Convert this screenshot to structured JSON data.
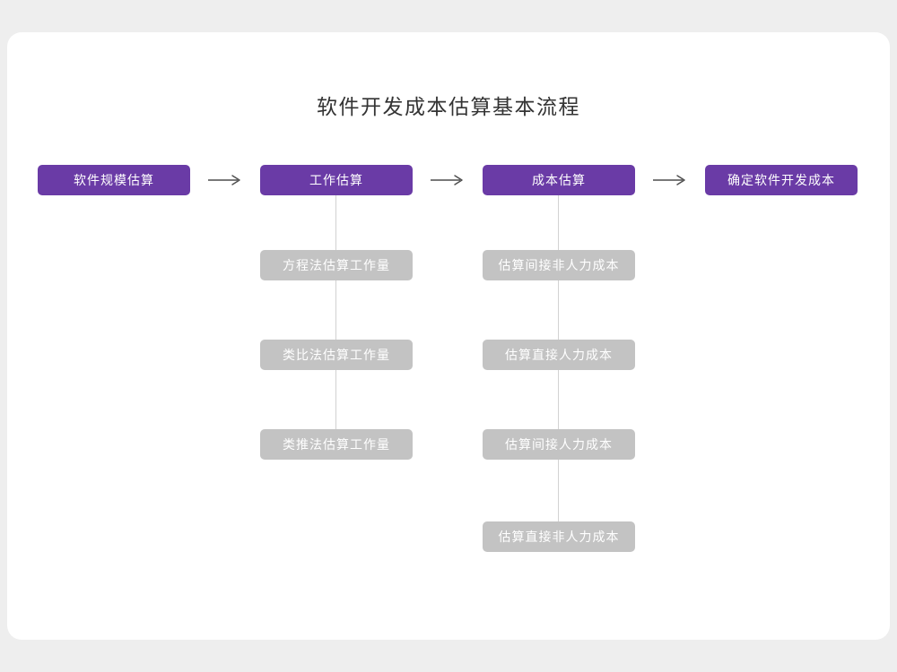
{
  "title": "软件开发成本估算基本流程",
  "colors": {
    "primary_box": "#6a3ba6",
    "sub_box": "#c3c3c3",
    "card_background": "#ffffff",
    "page_background": "#eeeeee",
    "arrow": "#4d4d4d",
    "connector_line": "#d2d2d2",
    "title_text": "#333333",
    "box_text": "#ffffff"
  },
  "flow": {
    "steps": [
      {
        "label": "软件规模估算"
      },
      {
        "label": "工作估算"
      },
      {
        "label": "成本估算"
      },
      {
        "label": "确定软件开发成本"
      }
    ],
    "work_estimation_methods": [
      {
        "label": "方程法估算工作量"
      },
      {
        "label": "类比法估算工作量"
      },
      {
        "label": "类推法估算工作量"
      }
    ],
    "cost_estimation_items": [
      {
        "label": "估算间接非人力成本"
      },
      {
        "label": "估算直接人力成本"
      },
      {
        "label": "估算间接人力成本"
      },
      {
        "label": "估算直接非人力成本"
      }
    ]
  }
}
